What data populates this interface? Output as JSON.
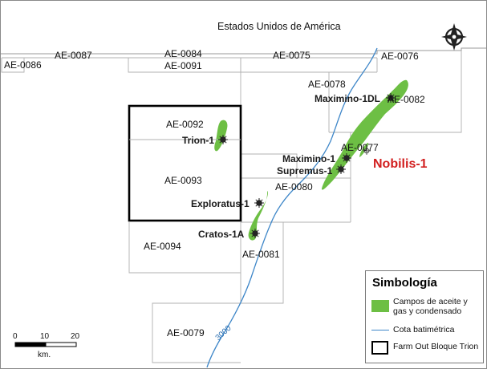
{
  "map": {
    "country_label": "Estados Unidos de América",
    "blocks": [
      {
        "id": "ae0086",
        "label": "AE-0086"
      },
      {
        "id": "ae0087",
        "label": "AE-0087"
      },
      {
        "id": "ae0084",
        "label": "AE-0084"
      },
      {
        "id": "ae0091",
        "label": "AE-0091"
      },
      {
        "id": "ae0075",
        "label": "AE-0075"
      },
      {
        "id": "ae0076",
        "label": "AE-0076"
      },
      {
        "id": "ae0078",
        "label": "AE-0078"
      },
      {
        "id": "ae0082",
        "label": "AE-0082"
      },
      {
        "id": "ae0092",
        "label": "AE-0092"
      },
      {
        "id": "ae0093",
        "label": "AE-0093"
      },
      {
        "id": "ae0077",
        "label": "AE-0077"
      },
      {
        "id": "ae0080",
        "label": "AE-0080"
      },
      {
        "id": "ae0094",
        "label": "AE-0094"
      },
      {
        "id": "ae0081",
        "label": "AE-0081"
      },
      {
        "id": "ae0079",
        "label": "AE-0079"
      }
    ],
    "wells": [
      {
        "id": "maximino1dl",
        "label": "Maximino-1DL"
      },
      {
        "id": "trion1",
        "label": "Trion-1"
      },
      {
        "id": "maximino1",
        "label": "Maximino-1"
      },
      {
        "id": "supremus1",
        "label": "Supremus-1"
      },
      {
        "id": "exploratus1",
        "label": "Exploratus-1"
      },
      {
        "id": "cratos1a",
        "label": "Cratos-1A"
      }
    ],
    "highlight_well": "Nobilis-1",
    "contour_label": "3000",
    "scale": {
      "ticks": [
        "0",
        "10",
        "20"
      ],
      "unit": "km."
    },
    "legend": {
      "title": "Simbología",
      "items": [
        {
          "label": "Campos de aceite y gas y condensado",
          "color": "#6dbf44"
        },
        {
          "label": "Cota batimétrica",
          "color": "#3d86c8"
        },
        {
          "label": "Farm Out Bloque Trion",
          "color": "#000000"
        }
      ]
    }
  }
}
